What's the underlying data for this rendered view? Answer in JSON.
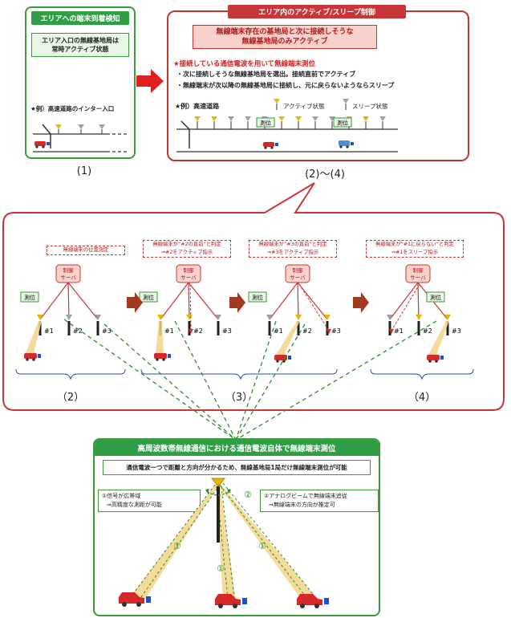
{
  "panel1": {
    "title": "エリアへの端末到着検知",
    "note_line1": "エリア入口の無線基地局は",
    "note_line2": "常時アクティブ状態",
    "example": "★例）高速道路のインター入口",
    "caption": "(1)"
  },
  "panel2": {
    "title": "エリア内のアクティブ/スリープ制御",
    "heading_line1": "無線端末存在の基地局と次に接続しそうな",
    "heading_line2": "無線基地局のみアクティブ",
    "star_line": "★接続している通信電波を用いて無線端末測位",
    "bullet1": "・次に接続しそうな無線基地局を選出。接続直前でアクティブ",
    "bullet2": "・無線端末が次以降の無線基地局に接続し、元に戻らないようならスリープ",
    "example": "★例）高速道路",
    "legend_active": "アクティブ状態",
    "legend_sleep": "スリープ状態",
    "measure1": "測位",
    "measure2": "測位",
    "caption": "(2)〜(4)"
  },
  "steps": {
    "note1": "無線端末の位置測定",
    "note2_line1": "無線端末が“#2の直前”と判定",
    "note2_line2": "⇒#2をアクティブ指示",
    "note3_line1": "無線端末が“#3の直前”と判定",
    "note3_line2": "⇒#3をアクティブ指示",
    "note4_line1": "無線端末が“#1に戻らない”と判定",
    "note4_line2": "⇒#1をスリープ指示",
    "server_line1": "制御",
    "server_line2": "サーバ",
    "measure": "測位",
    "ap1": "#1",
    "ap2": "#2",
    "ap3": "#3",
    "cap2": "（2）",
    "cap3": "（3）",
    "cap4": "（4）"
  },
  "bottom": {
    "title": "高周波数帯無線通信における通信電波自体で無線端末測位",
    "subtitle": "通信電波一つで距離と方向が分かるため、無線基地局1局だけ無線端末測位が可能",
    "left_line1": "①信号が広帯域",
    "left_line2": "⇒高精度な測距が可能",
    "right_line1": "②アナログビームで無線端末追従",
    "right_line2": "⇒無線端末の方向が推定可",
    "c1": "①",
    "c2": "①",
    "c3": "①",
    "c4": "②"
  },
  "colors": {
    "green": "#2f9e44",
    "red": "#c9363a",
    "active": "#e6b800",
    "sleep": "#a0a0a0"
  }
}
